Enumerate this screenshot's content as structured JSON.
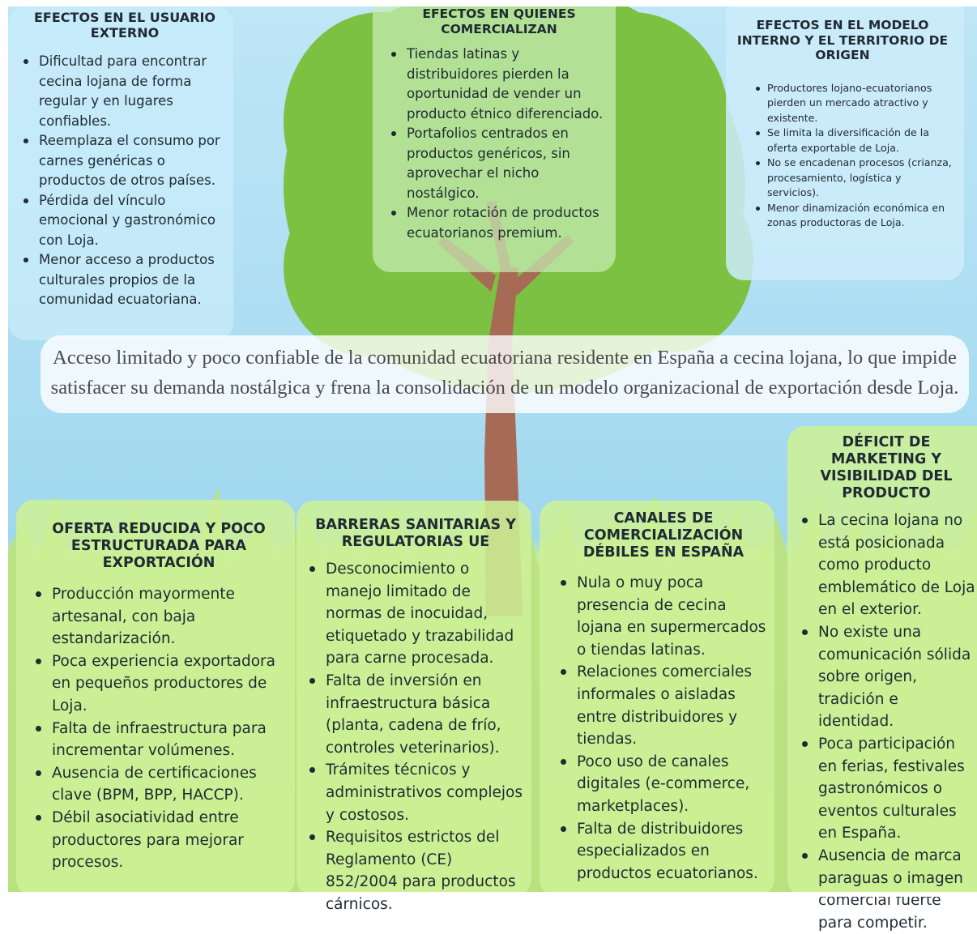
{
  "effects": {
    "user": {
      "title": "EFECTOS EN EL USUARIO EXTERNO",
      "items": [
        "Dificultad para encontrar cecina lojana de forma regular y en lugares confiables.",
        "Reemplaza el consumo por carnes genéricas o productos de otros países.",
        "Pérdida del vínculo emocional y gastronómico con Loja.",
        "Menor acceso a productos culturales propios de la comunidad ecuatoriana."
      ]
    },
    "sellers": {
      "title": "EFECTOS EN QUIENES COMERCIALIZAN",
      "items": [
        "Tiendas latinas y distribuidores pierden la oportunidad de vender un producto étnico diferenciado.",
        "Portafolios centrados en productos genéricos, sin aprovechar el nicho nostálgico.",
        "Menor rotación de productos ecuatorianos premium."
      ]
    },
    "model": {
      "title": "EFECTOS EN EL MODELO INTERNO Y EL TERRITORIO DE ORIGEN",
      "items": [
        "Productores lojano-ecuatorianos pierden un mercado atractivo y existente.",
        "Se limita la diversificación de la oferta exportable de Loja.",
        "No se encadenan procesos (crianza, procesamiento, logística y servicios).",
        "Menor dinamización económica en zonas productoras de Loja."
      ]
    }
  },
  "problem": "Acceso limitado y poco confiable de la comunidad ecuatoriana residente en España a cecina lojana, lo que impide satisfacer su demanda nostálgica y frena la consolidación de un modelo organizacional de exportación desde Loja.",
  "causes": {
    "supply": {
      "title": "OFERTA REDUCIDA Y POCO ESTRUCTURADA PARA EXPORTACIÓN",
      "items": [
        "Producción mayormente artesanal, con baja estandarización.",
        "Poca experiencia exportadora en pequeños productores de Loja.",
        "Falta de infraestructura para incrementar volúmenes.",
        "Ausencia de certificaciones clave (BPM, BPP, HACCP).",
        "Débil asociatividad entre productores para mejorar procesos."
      ]
    },
    "regulatory": {
      "title": "BARRERAS SANITARIAS Y REGULATORIAS UE",
      "items": [
        "Desconocimiento o manejo limitado de normas de inocuidad, etiquetado y trazabilidad para carne procesada.",
        "Falta de inversión en infraestructura básica (planta, cadena de frío, controles veterinarios).",
        "Trámites técnicos y administrativos complejos y costosos.",
        "Requisitos estrictos del Reglamento (CE) 852/2004 para productos cárnicos."
      ]
    },
    "channels": {
      "title": "CANALES DE COMERCIALIZACIÓN DÉBILES EN ESPAÑA",
      "items": [
        "Nula o muy poca presencia de cecina lojana en supermercados o tiendas latinas.",
        "Relaciones comerciales informales o aisladas entre distribuidores y tiendas.",
        "Poco uso de canales digitales (e-commerce, marketplaces).",
        "Falta de distribuidores especializados en productos ecuatorianos."
      ]
    },
    "marketing": {
      "title": "DÉFICIT DE MARKETING Y VISIBILIDAD DEL PRODUCTO",
      "items": [
        "La cecina lojana no está posicionada como producto emblemático de Loja en el exterior.",
        "No existe una comunicación sólida sobre origen, tradición e identidad.",
        "Poca participación en ferias, festivales gastronómicos o eventos culturales en España.",
        "Ausencia de marca paraguas o imagen comercial fuerte para competir."
      ]
    }
  },
  "colors": {
    "sky": "#a9dcf2",
    "grass": "#a8d970",
    "tree_canopy": "#7cc142",
    "tree_trunk": "#a66a55"
  }
}
